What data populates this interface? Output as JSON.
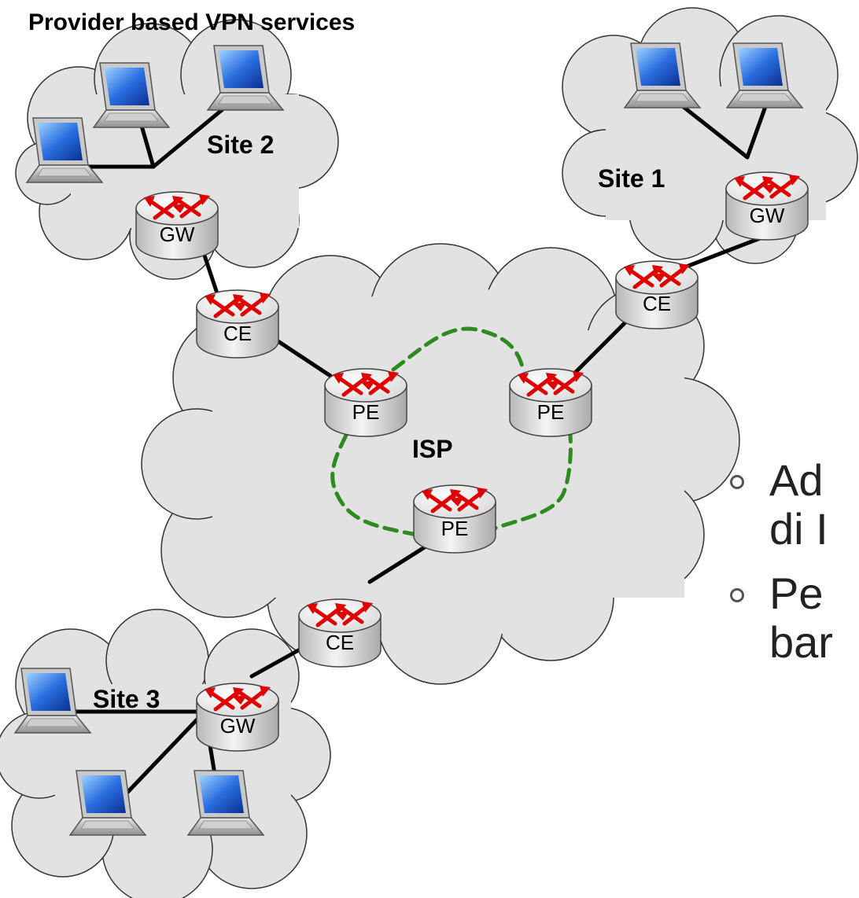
{
  "title": "Provider based VPN services",
  "isp_label": "ISP",
  "sites": [
    {
      "label": "Site 2"
    },
    {
      "label": "Site 1"
    },
    {
      "label": "Site 3"
    }
  ],
  "devices": {
    "gw": "GW",
    "ce": "CE",
    "pe": "PE"
  },
  "bullets": [
    {
      "line1": "Ad",
      "line2": "di I"
    },
    {
      "line1": "Pe",
      "line2": "bar"
    }
  ],
  "colors": {
    "cloud_fill": "#e2e2e2",
    "cloud_stroke": "#333333",
    "link": "#000000",
    "vpn_tunnel": "#2e8b1f",
    "router_arrow": "#e00000",
    "screen_blue": "#1f5fd6"
  }
}
